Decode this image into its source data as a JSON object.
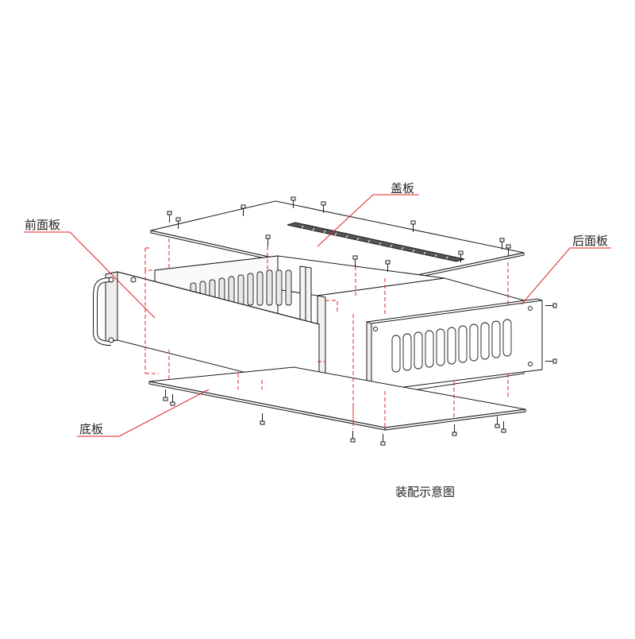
{
  "labels": {
    "front_panel": "前面板",
    "cover_panel": "盖板",
    "rear_panel": "后面板",
    "bottom_panel": "底板"
  },
  "caption": "装配示意图",
  "colors": {
    "line": "#1a1a1a",
    "leader": "#e02020",
    "dash": "#e02020",
    "background": "#ffffff"
  }
}
